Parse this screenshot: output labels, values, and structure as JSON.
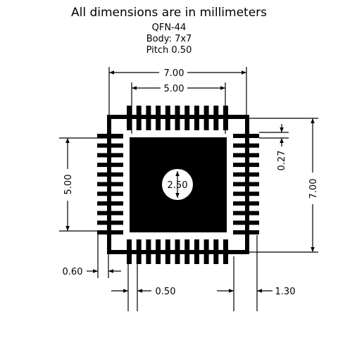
{
  "header": {
    "title": "All dimensions are in millimeters",
    "package": "QFN-44",
    "body": "Body: 7x7",
    "pitch": "Pitch 0.50"
  },
  "dimensions": {
    "body_width": "7.00",
    "pad_row_width": "5.00",
    "pad_col_height": "5.00",
    "body_height": "7.00",
    "pad_length": "0.27",
    "thermal_pad": "2.50",
    "pad_width": "0.60",
    "pitch": "0.50",
    "toe_extension": "1.30"
  }
}
